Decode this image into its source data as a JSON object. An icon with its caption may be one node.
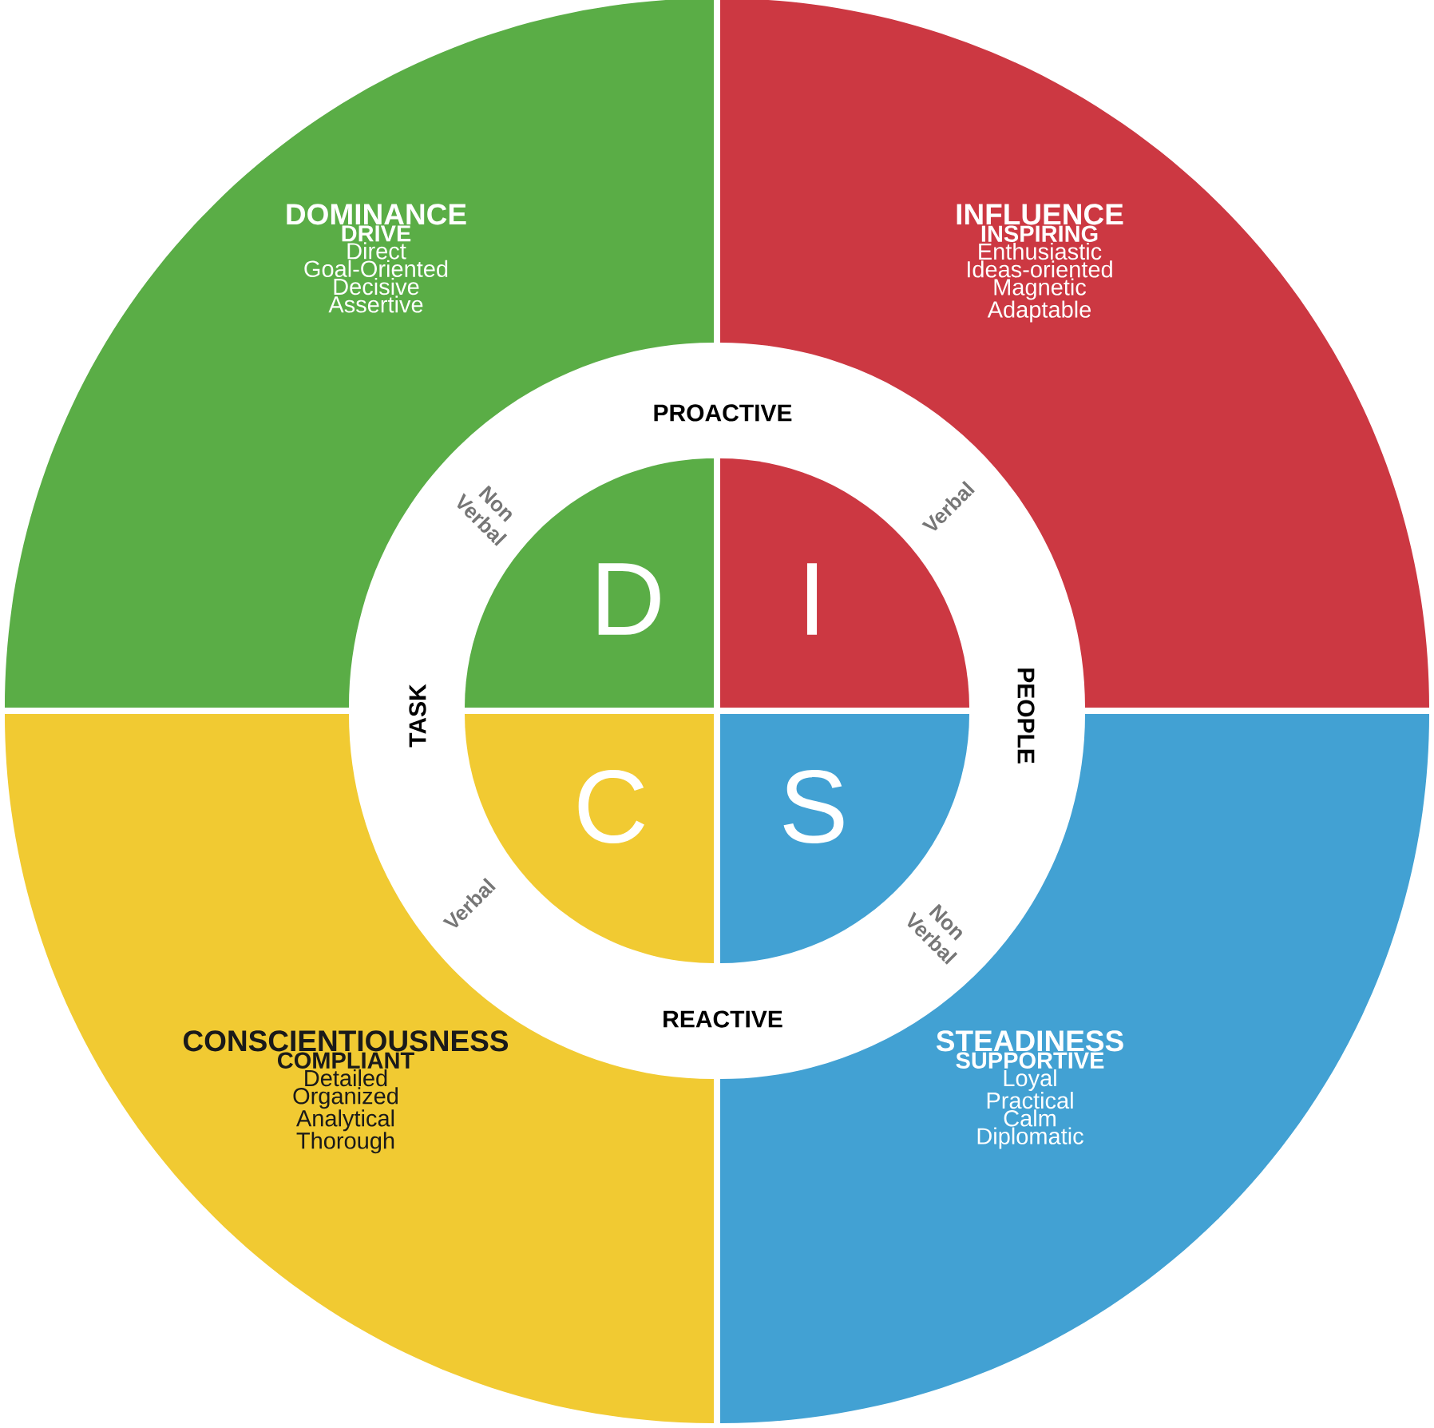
{
  "diagram": {
    "nodes": [
      {
        "text": [
          "DOMINANCE",
          "DRIVE",
          "Direct",
          "Goal-Oriented",
          "Decisive",
          "Assertive"
        ]
      },
      {
        "text": [
          "INFLUENCE",
          "INSPIRING",
          "Enthusiastic",
          "Ideas-oriented",
          "Magnetic",
          "Adaptable"
        ]
      },
      {
        "text": [
          "CONSCIENTIOUSNESS",
          "COMPLIANT",
          "Detailed",
          "Organized",
          "Analytical",
          "Thorough"
        ]
      },
      {
        "text": [
          "STEADINESS",
          "SUPPORTIVE",
          "Loyal",
          "Practical",
          "Calm",
          "Diplomatic"
        ]
      },
      {
        "text": [
          "D"
        ]
      },
      {
        "text": [
          "I"
        ]
      },
      {
        "text": [
          "C"
        ]
      },
      {
        "text": [
          "S"
        ]
      }
    ],
    "labels": [
      "PROACTIVE",
      "Non Verbal",
      "Verbal",
      "TASK",
      "PEOPLE",
      "Verbal",
      "Non Verbal",
      "REACTIVE"
    ]
  }
}
